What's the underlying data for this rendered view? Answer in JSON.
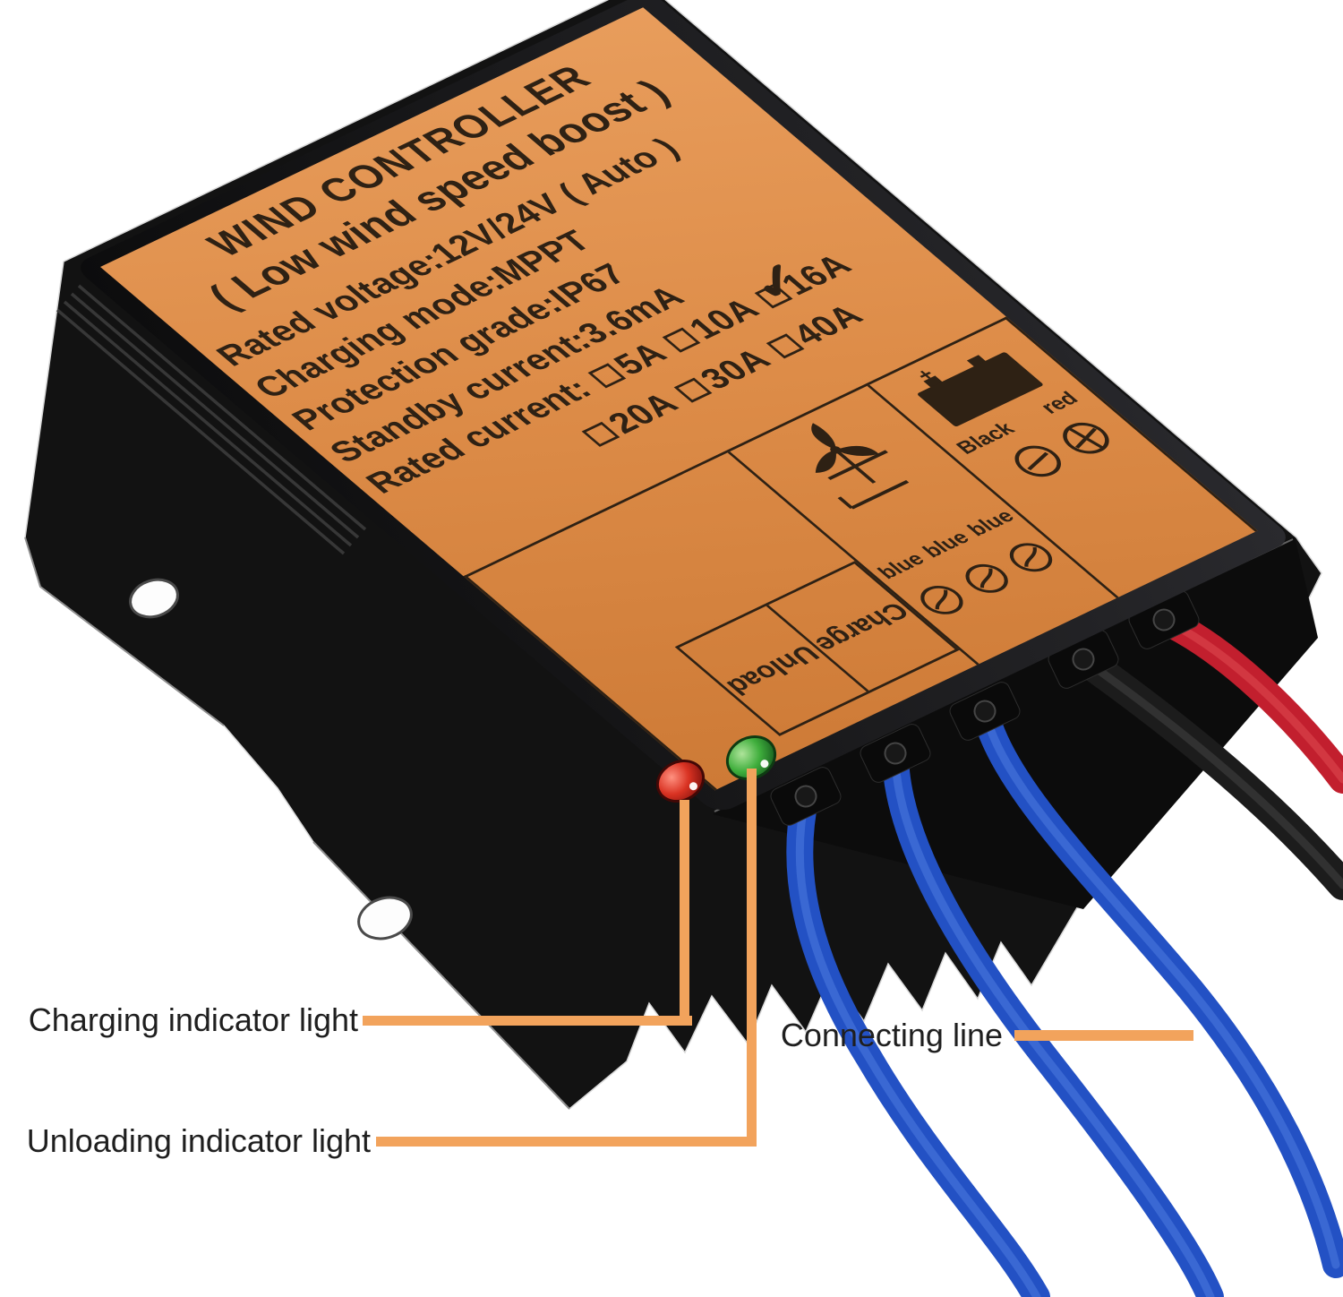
{
  "colors": {
    "label_orange": "#dd8c48",
    "label_orange_light": "#e89d5c",
    "label_orange_dark": "#cd7a36",
    "label_ink": "#2e2114",
    "annotation_orange": "#f2a35c",
    "annotation_text": "#1f1f1f",
    "wire_blue": "#2351c4",
    "wire_blue_hi": "#4e7ce0",
    "wire_red": "#c21f2e",
    "wire_red_hi": "#e04b52",
    "wire_black": "#1c1c1c",
    "wire_black_hi": "#3f3f3f",
    "led_red": "#d93222",
    "led_green": "#3fae3c",
    "body_black": "#141414"
  },
  "label": {
    "title": "WIND CONTROLLER",
    "subtitle": "( Low wind speed boost )",
    "spec_lines": [
      "Rated voltage:12V/24V ( Auto )",
      "Charging mode:MPPT",
      "Protection grade:IP67",
      "Standby current:3.6mA"
    ],
    "rated_current_label": "Rated current:",
    "current_options_row1": [
      "5A",
      "10A",
      "16A"
    ],
    "current_options_row2": [
      "20A",
      "30A",
      "40A"
    ],
    "selected_current": "16A",
    "check_glyph": "✓",
    "status_cells": [
      "Unload",
      "Charge"
    ],
    "turbine_wire_labels": [
      "blue",
      "blue",
      "blue"
    ],
    "battery_wire_labels": [
      "Black",
      "red"
    ]
  },
  "annotations": {
    "charging": "Charging indicator light",
    "unloading": "Unloading indicator light",
    "connecting": "Connecting line"
  }
}
